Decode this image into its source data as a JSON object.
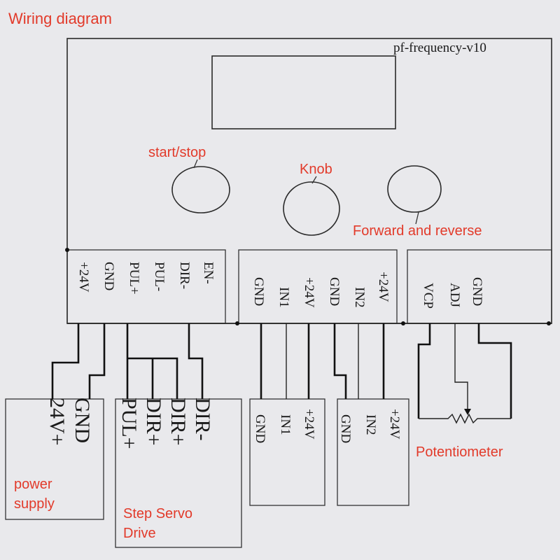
{
  "title": "Wiring diagram",
  "model": "pf-frequency-v10",
  "controls": {
    "start_stop": "start/stop",
    "knob": "Knob",
    "forward_reverse": "Forward and reverse"
  },
  "terminals": {
    "block1": [
      "+24V",
      "GND",
      "PUL+",
      "PUL-",
      "DIR-",
      "EN-"
    ],
    "block2": [
      "GND",
      "IN1",
      "+24V",
      "GND",
      "IN2",
      "+24V"
    ],
    "block3": [
      "VCP",
      "ADJ",
      "GND"
    ]
  },
  "power_supply": {
    "pins": [
      "GND",
      "24V+"
    ],
    "label_line1": "power",
    "label_line2": "supply"
  },
  "step_servo": {
    "pins": [
      "PUL+",
      "DIR+",
      "DIR+",
      "DIR-"
    ],
    "label_line1": "Step Servo",
    "label_line2": "Drive"
  },
  "input_module_1": {
    "pins": [
      "GND",
      "IN1",
      "+24V"
    ]
  },
  "input_module_2": {
    "pins": [
      "GND",
      "IN2",
      "+24V"
    ]
  },
  "potentiometer": "Potentiometer"
}
